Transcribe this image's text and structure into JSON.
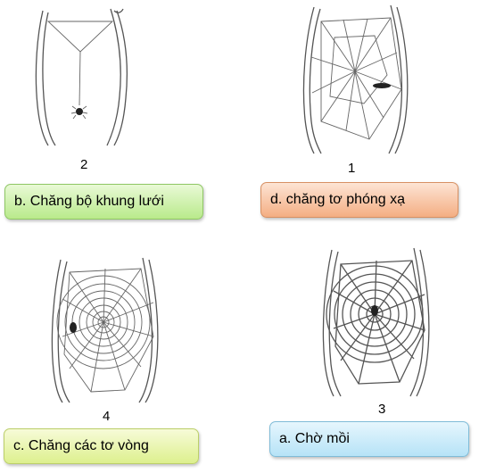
{
  "panels": [
    {
      "number": "2",
      "label": "b. Chăng bộ khung lưới"
    },
    {
      "number": "1",
      "label": "d. chăng tơ phóng xạ"
    },
    {
      "number": "4",
      "label": "c. Chăng các tơ vòng"
    },
    {
      "number": "3",
      "label": "a. Chờ mồi"
    }
  ],
  "colors": {
    "green": "#b9ea8b",
    "orange": "#f4ae83",
    "lime": "#ddf08e",
    "blue": "#b6e3f7"
  }
}
